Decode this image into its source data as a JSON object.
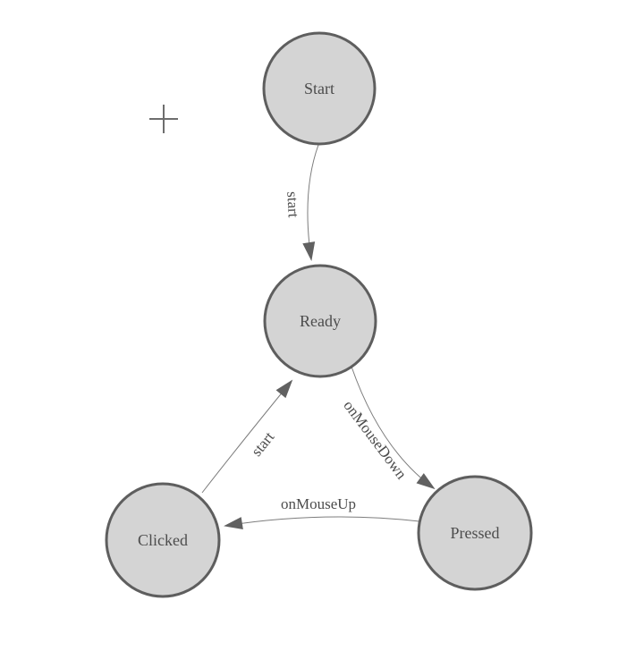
{
  "canvas": {
    "background": "#ffffff",
    "cursor_symbol": "+"
  },
  "colors": {
    "node_fill": "#d4d4d4",
    "node_stroke": "#5e5e5e",
    "edge_line": "#7d7d7d",
    "arrow": "#616161",
    "text": "#4c4c4c",
    "crosshair": "#6e6e6e"
  },
  "diagram": {
    "type": "state-machine",
    "nodes": [
      {
        "id": "start",
        "label": "Start"
      },
      {
        "id": "ready",
        "label": "Ready"
      },
      {
        "id": "clicked",
        "label": "Clicked"
      },
      {
        "id": "pressed",
        "label": "Pressed"
      }
    ],
    "edges": [
      {
        "from": "Start",
        "to": "Ready",
        "label": "start"
      },
      {
        "from": "Ready",
        "to": "Pressed",
        "label": "onMouseDown"
      },
      {
        "from": "Pressed",
        "to": "Clicked",
        "label": "onMouseUp"
      },
      {
        "from": "Clicked",
        "to": "Ready",
        "label": "start"
      }
    ]
  }
}
